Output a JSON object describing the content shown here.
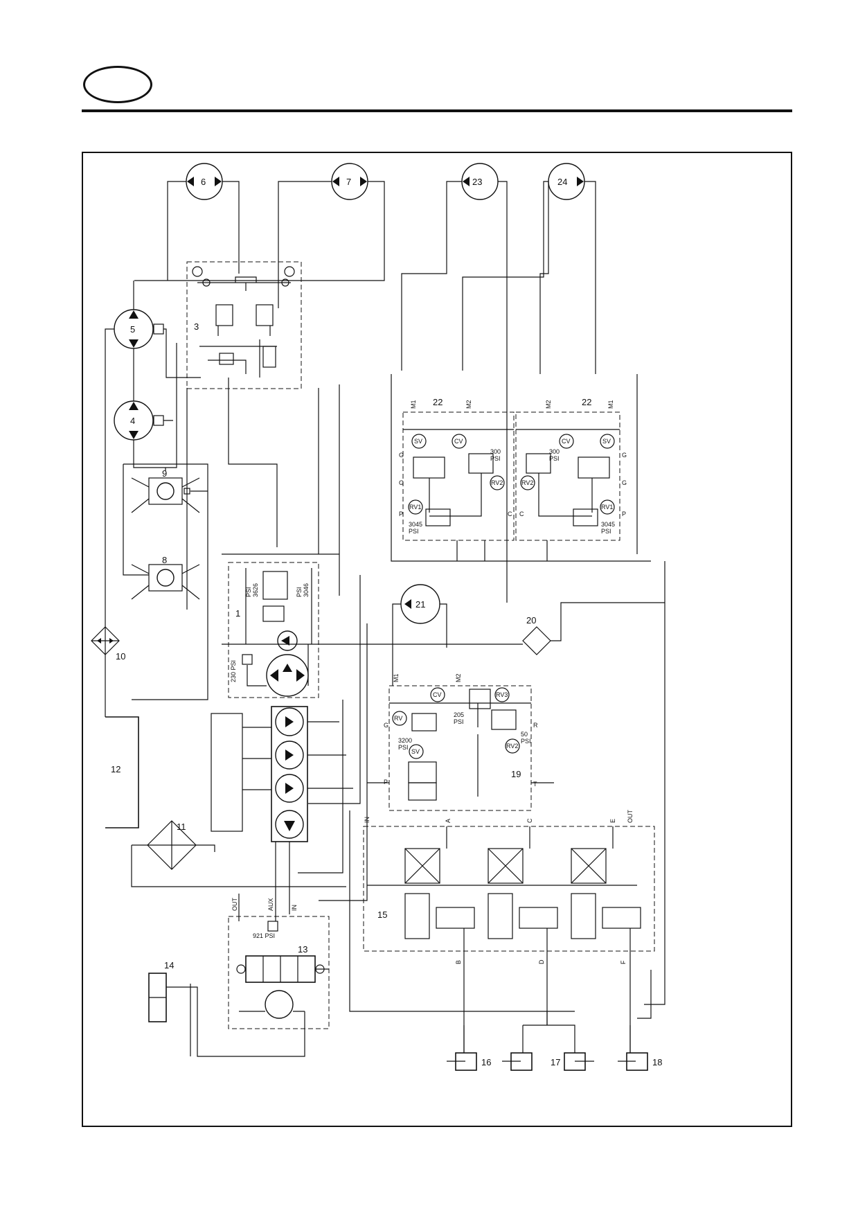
{
  "diagram": {
    "component_numbers": {
      "c1": "1",
      "c3": "3",
      "c4": "4",
      "c5": "5",
      "c6": "6",
      "c7": "7",
      "c8": "8",
      "c9": "9",
      "c10": "10",
      "c11": "11",
      "c12": "12",
      "c13": "13",
      "c14": "14",
      "c15": "15",
      "c16": "16",
      "c17": "17",
      "c18": "18",
      "c19": "19",
      "c20": "20",
      "c21": "21",
      "c22a": "22",
      "c22b": "22",
      "c23": "23",
      "c24": "24"
    },
    "valve_labels": {
      "cv": "CV",
      "sv": "SV",
      "rv1": "RV1",
      "rv2": "RV2",
      "rv3": "RV3",
      "rv": "RV",
      "m1": "M1",
      "m2": "M2",
      "g": "G",
      "p": "P",
      "c": "C",
      "t": "T",
      "r": "R"
    },
    "pressures": {
      "psi": "PSI",
      "p300": "300",
      "p3045": "3045",
      "p3626": "3626",
      "p3046": "3046",
      "p230": "230 PSI",
      "p921": "921 PSI",
      "p3200": "3200",
      "p205": "205",
      "p50": "50"
    },
    "ports": {
      "out": "OUT",
      "aux": "AUX",
      "in": "IN",
      "a": "A",
      "b": "B",
      "c": "C",
      "d": "D",
      "e": "E",
      "f": "F"
    }
  }
}
